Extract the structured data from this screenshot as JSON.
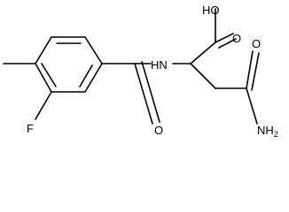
{
  "molecule": {
    "atom_labels": {
      "oh": "HO",
      "acid_o": "O",
      "nh": "HN",
      "amide_o": "O",
      "nh2": "NH",
      "nh2_sub": "2",
      "fluorine": "F"
    }
  }
}
